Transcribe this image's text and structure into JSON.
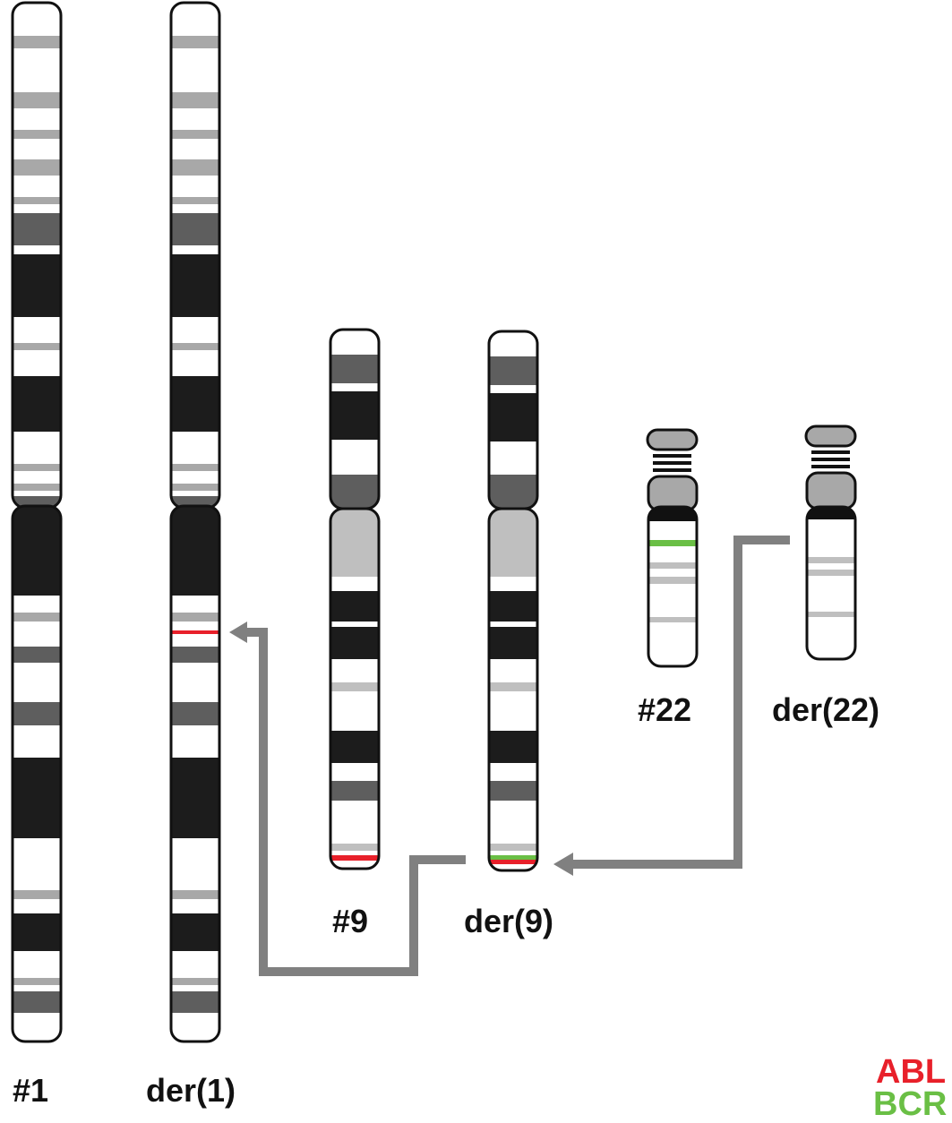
{
  "labels": {
    "chr1": "#1",
    "der1": "der(1)",
    "chr9": "#9",
    "der9": "der(9)",
    "chr22": "#22",
    "der22": "der(22)"
  },
  "legend": [
    {
      "text": "ABL",
      "color": "#e8202a"
    },
    {
      "text": "BCR",
      "color": "#6abf45"
    }
  ],
  "colors": {
    "outline": "#111111",
    "arrow": "#808080",
    "band_black": "#1c1c1c",
    "band_dark": "#5e5e5e",
    "band_light": "#a8a8a8",
    "abl": "#e8202a",
    "bcr": "#6abf45"
  }
}
